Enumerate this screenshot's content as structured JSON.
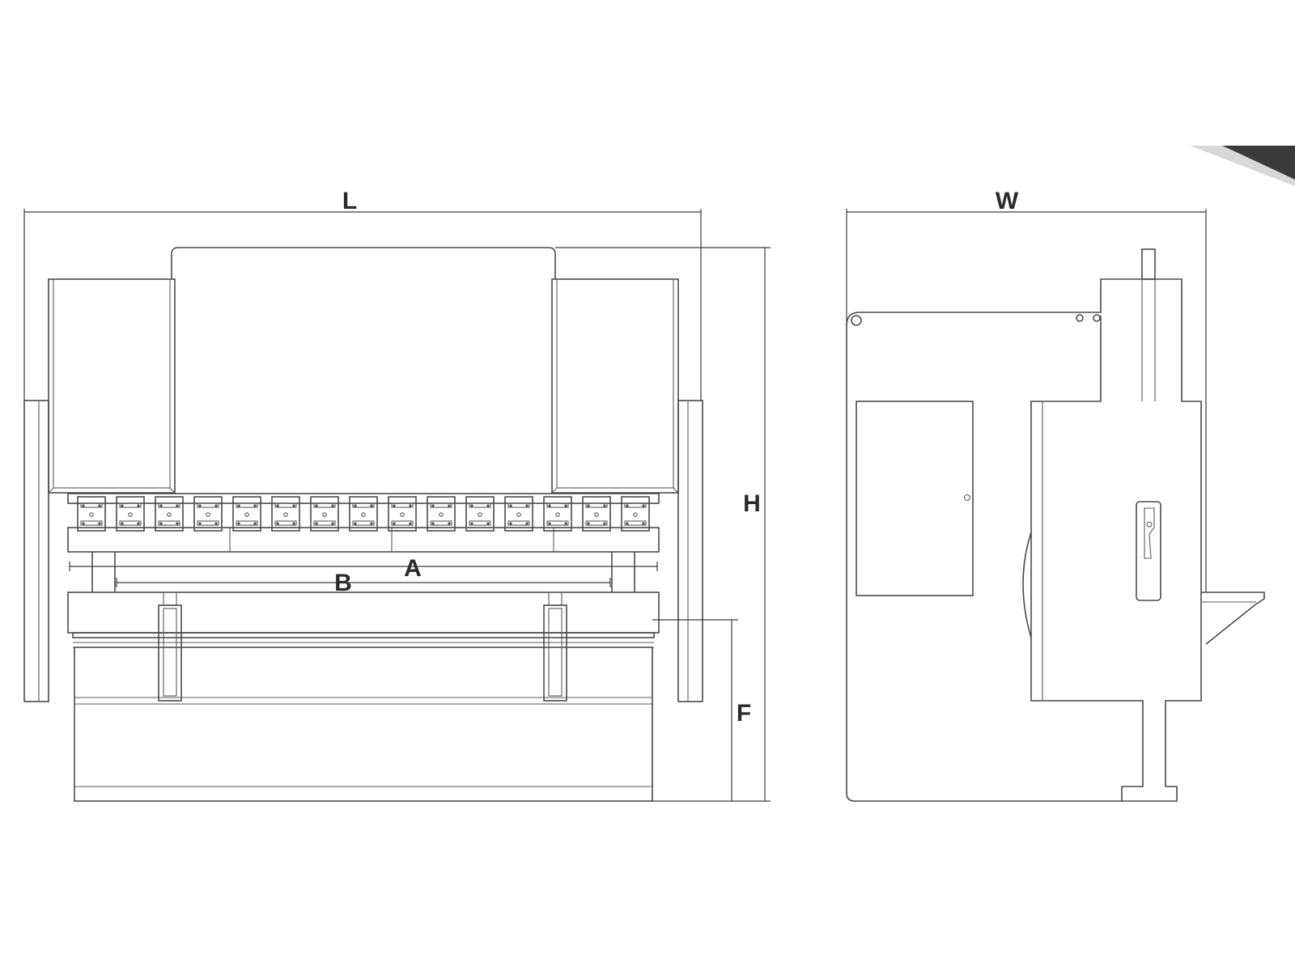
{
  "labels": {
    "length": "L",
    "width": "W",
    "height": "H",
    "dim_a": "A",
    "dim_b": "B",
    "dim_f": "F"
  },
  "die_clamp_count": 15,
  "colors": {
    "line": "#4a4a4a",
    "corner_band": "#3a3a3a",
    "background": "#ffffff"
  }
}
